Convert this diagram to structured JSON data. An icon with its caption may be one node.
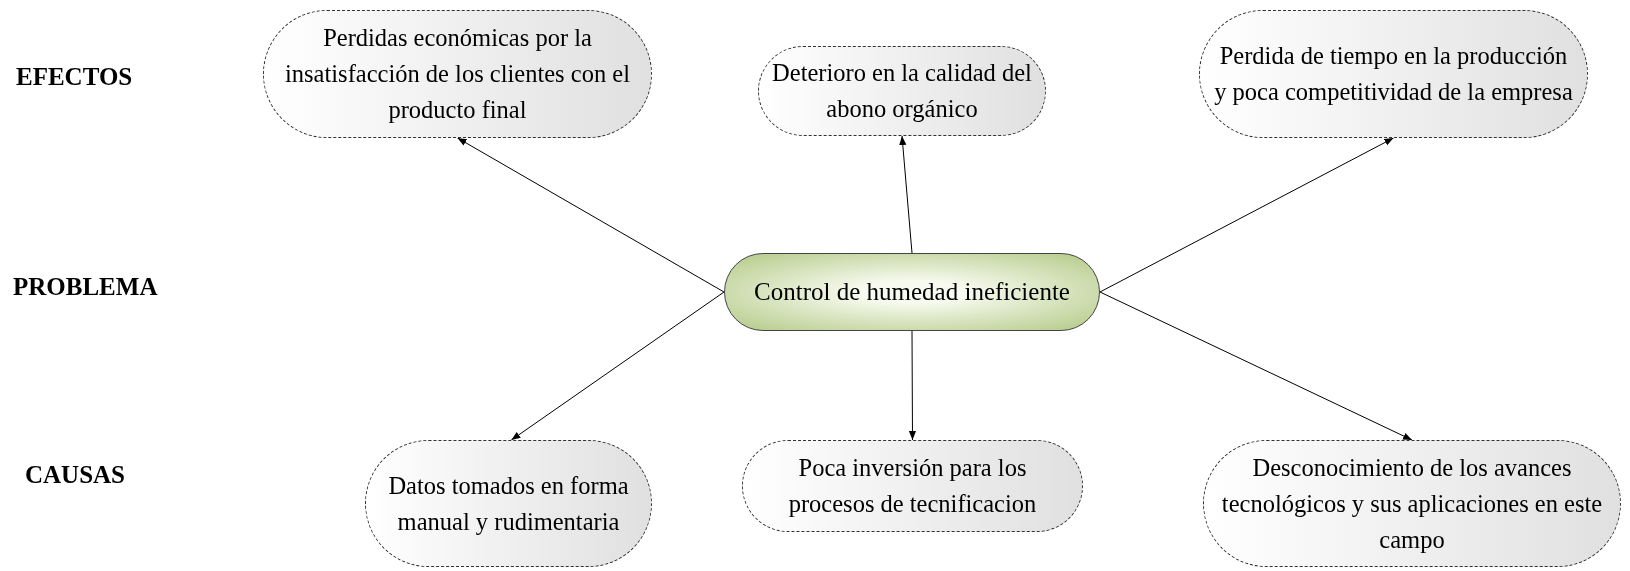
{
  "diagram": {
    "nodes": [
      {
        "text": [
          "Perdidas económicas por la insatisfacción de los clientes con el producto final"
        ]
      },
      {
        "text": [
          "Deterioro en la calidad del abono orgánico"
        ]
      },
      {
        "text": [
          "Perdida de tiempo en la producción y poca competitividad de la empresa"
        ]
      },
      {
        "text": [
          "Control de humedad ineficiente"
        ]
      },
      {
        "text": [
          "Datos tomados en forma manual y rudimentaria"
        ]
      },
      {
        "text": [
          "Poca inversión para los procesos de tecnificacion"
        ]
      },
      {
        "text": [
          "Desconocimiento de los avances tecnológicos y sus aplicaciones en este campo"
        ]
      }
    ],
    "edges": [
      {
        "from": 3,
        "to": 0,
        "arrow": "to"
      },
      {
        "from": 3,
        "to": 1,
        "arrow": "to"
      },
      {
        "from": 3,
        "to": 2,
        "arrow": "to"
      },
      {
        "from": 3,
        "to": 4,
        "arrow": "to"
      },
      {
        "from": 3,
        "to": 5,
        "arrow": "to"
      },
      {
        "from": 3,
        "to": 6,
        "arrow": "to"
      }
    ],
    "labels": [
      "EFECTOS",
      "PROBLEMA",
      "CAUSAS"
    ]
  }
}
